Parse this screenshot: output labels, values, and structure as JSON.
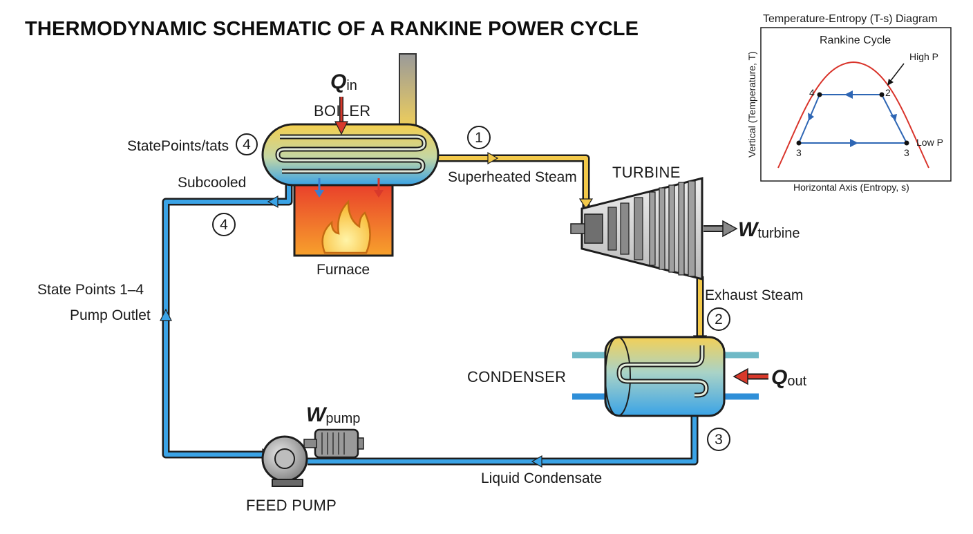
{
  "title": "THERMODYNAMIC SCHEMATIC  OF A  RANKINE POWER CYCLE",
  "components": {
    "boiler": "BOILER",
    "furnace": "Furnace",
    "turbine": "TURBINE",
    "condenser": "CONDENSER",
    "feed_pump": "FEED PUMP"
  },
  "energy": {
    "q_in": {
      "symbol": "Q",
      "subscript": "in"
    },
    "q_out": {
      "symbol": "Q",
      "subscript": "out"
    },
    "w_turbine": {
      "symbol": "W",
      "subscript": "turbine"
    },
    "w_pump": {
      "symbol": "W",
      "subscript": "pump"
    }
  },
  "stream_labels": {
    "superheated": "Superheated Steam",
    "exhaust": "Exhaust Steam",
    "liquid": "Liquid Condensate",
    "subcooled": "Subcooled",
    "state_points_header": "StatePoints/tats",
    "state_points_range": "State Points 1–4",
    "pump_outlet": "Pump Outlet"
  },
  "state_markers": {
    "boiler_side": "4",
    "superheated": "1",
    "return_line": "4",
    "exhaust": "2",
    "condensate": "3"
  },
  "ts_diagram": {
    "title": "Temperature-Entropy (T-s) Diagram",
    "subtitle": "Rankine Cycle",
    "y_axis": "Vertical (Temperature, T)",
    "x_axis": "Horizontal Axis (Entropy, s)",
    "high_p": "High P",
    "low_p": "Low P",
    "points": {
      "top_left": "4",
      "top_right": "2",
      "bottom_left": "3",
      "bottom_right": "3"
    }
  },
  "colors": {
    "steam": "#f3c94a",
    "water": "#3aa3e6",
    "heat_arrow": "#d8392b",
    "dome": "#d9342b",
    "ts_line": "#2e66b4"
  }
}
